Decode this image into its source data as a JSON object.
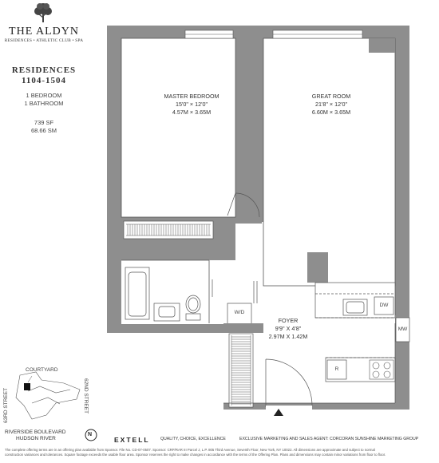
{
  "brand": {
    "name": "THE ALDYN",
    "subtitle": "RESIDENCES • ATHLETIC CLUB • SPA",
    "logo_icon": "tree-icon"
  },
  "residence": {
    "title": "RESIDENCES",
    "number": "1104-1504",
    "bedrooms": "1 BEDROOM",
    "bathrooms": "1 BATHROOM",
    "area_sf": "739 SF",
    "area_sm": "68.66 SM"
  },
  "rooms": {
    "master_bedroom": {
      "name": "MASTER BEDROOM",
      "dim_ft": "15'0\" × 12'0\"",
      "dim_m": "4.57M × 3.65M"
    },
    "great_room": {
      "name": "GREAT ROOM",
      "dim_ft": "21'8\" × 12'0\"",
      "dim_m": "6.60M × 3.65M"
    },
    "foyer": {
      "name": "FOYER",
      "dim_ft": "9'9\" X 4'8\"",
      "dim_m": "2.97M X 1.42M"
    }
  },
  "fixtures": {
    "washer_dryer": "W/D",
    "dishwasher": "DW",
    "microwave": "MW",
    "refrigerator": "R"
  },
  "key_plan": {
    "courtyard": "COURTYARD",
    "street_left": "63RD STREET",
    "street_right": "62ND STREET",
    "boulevard": "RIVERSIDE BOULEVARD",
    "river": "HUDSON RIVER",
    "north": "N"
  },
  "footer": {
    "developer": "EXTELL",
    "tagline": "QUALITY, CHOICE, EXCELLENCE",
    "agent": "EXCLUSIVE MARKETING AND SALES AGENT: CORCORAN SUNSHINE MARKETING GROUP",
    "fine_print_1": "The complete offering terms are in an offering plan available from Sponsor. File No. CD-07-0507. Sponsor: CRP/RAR III Parcel J, L.P. 805 Third Avenue, Seventh Floor, New York, NY 10022. All dimensions are approximate and subject to normal",
    "fine_print_2": "construction variances and tolerances. Square footage exceeds the usable floor area. Sponsor reserves the right to make changes in accordance with the terms of the Offering Plan. Plans and dimensions may contain minor variations from floor to floor."
  },
  "colors": {
    "wall": "#8e8e8e",
    "line": "#555555",
    "text": "#333333"
  }
}
